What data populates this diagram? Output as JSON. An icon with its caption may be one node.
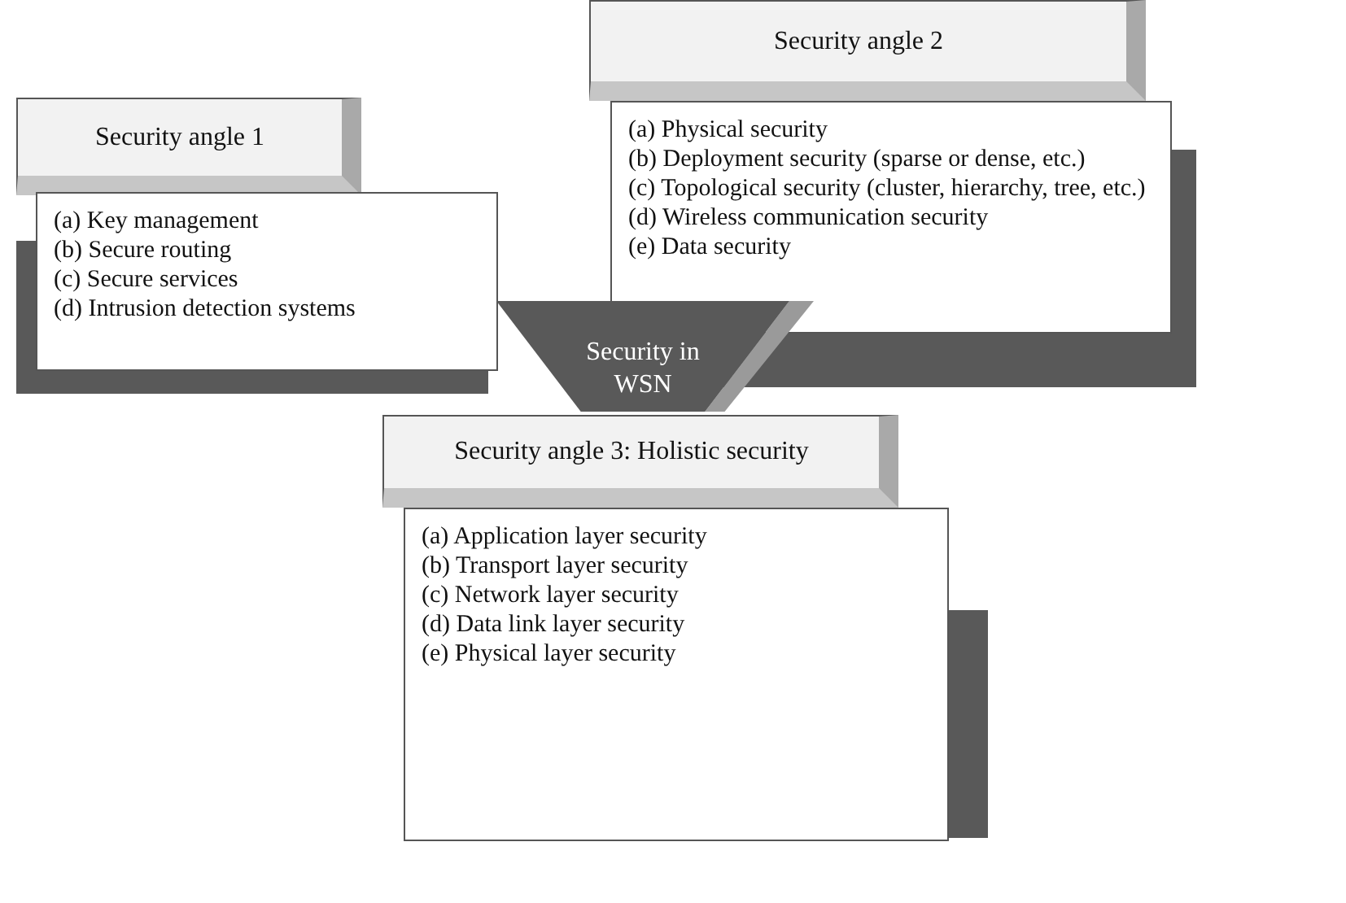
{
  "diagram": {
    "nodes": [
      {
        "text": [
          "Security angle 1",
          "(a) Key management",
          "(b) Secure routing",
          "(c) Secure services",
          "(d) Intrusion detection systems"
        ]
      },
      {
        "text": [
          "Security angle 2",
          "(a) Physical security",
          "(b) Deployment security (sparse or dense, etc.)",
          "(c) Topological security (cluster, hierarchy, tree, etc.)",
          "(d) Wireless communication security",
          "(e) Data security"
        ]
      },
      {
        "text": [
          "Security in WSN"
        ]
      },
      {
        "text": [
          "Security angle 3: Holistic security",
          "(a) Application layer security",
          "(b) Transport layer security",
          "(c) Network layer security",
          "(d) Data link layer security",
          "(e) Physical layer security"
        ]
      }
    ]
  }
}
